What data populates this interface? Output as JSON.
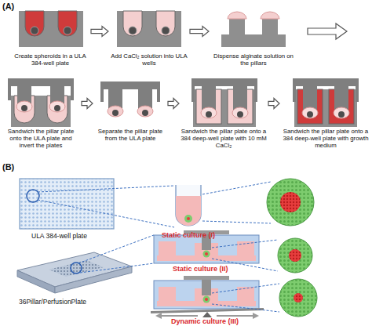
{
  "diagram": {
    "nodes": [
      {
        "text": [
          "Create spheroids in a ULA 384-well plate"
        ]
      },
      {
        "text": [
          "Add CaCl₂ solution into ULA wells"
        ]
      },
      {
        "text": [
          "Dispense alginate solution on the pillars"
        ]
      },
      {
        "text": [
          "Sandwich the pillar plate onto the ULA plate and invert the plates"
        ]
      },
      {
        "text": [
          "Separate the pillar plate from the ULA plate"
        ]
      },
      {
        "text": [
          "Sandwich the pillar plate onto a 384 deep-well plate with 10 mM CaCl₂"
        ]
      },
      {
        "text": [
          "Sandwich the pillar plate onto a 384 deep-well plate with growth medium"
        ]
      }
    ],
    "edges": [
      {
        "from": 0,
        "to": 1,
        "arrow": "to"
      },
      {
        "from": 1,
        "to": 2,
        "arrow": "to"
      },
      {
        "from": 3,
        "to": 4,
        "arrow": "to"
      },
      {
        "from": 4,
        "to": 5,
        "arrow": "to"
      },
      {
        "from": 5,
        "to": 6,
        "arrow": "to"
      }
    ],
    "labels": [
      "(A)",
      "(B)",
      "ULA 384-well plate",
      "Static culture (I)",
      "Static culture (II)",
      "36Pillar/PerfusionPlate",
      "Dynamic culture (III)"
    ]
  }
}
